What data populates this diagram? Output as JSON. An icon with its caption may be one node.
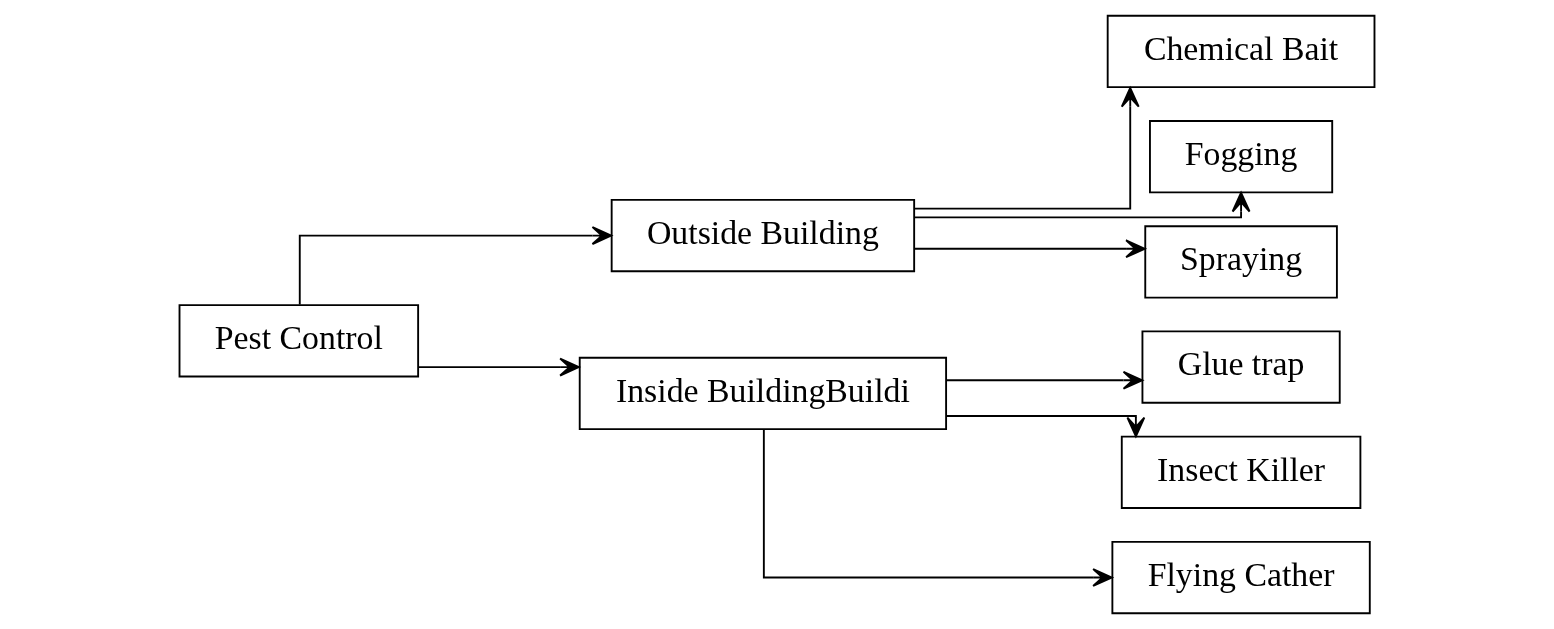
{
  "diagram": {
    "nodes": [
      {
        "text": [
          "Pest Control"
        ]
      },
      {
        "text": [
          "Outside Building"
        ]
      },
      {
        "text": [
          "Inside BuildingBuildi"
        ]
      },
      {
        "text": [
          "Chemical Bait"
        ]
      },
      {
        "text": [
          "Fogging"
        ]
      },
      {
        "text": [
          "Spraying"
        ]
      },
      {
        "text": [
          "Glue trap"
        ]
      },
      {
        "text": [
          "Insect Killer"
        ]
      },
      {
        "text": [
          "Flying Cather"
        ]
      }
    ],
    "edges": [
      {
        "from": 0,
        "to": 1,
        "arrow": "to"
      },
      {
        "from": 0,
        "to": 2,
        "arrow": "to"
      },
      {
        "from": 1,
        "to": 3,
        "arrow": "to"
      },
      {
        "from": 1,
        "to": 4,
        "arrow": "to"
      },
      {
        "from": 1,
        "to": 5,
        "arrow": "to"
      },
      {
        "from": 2,
        "to": 6,
        "arrow": "to"
      },
      {
        "from": 2,
        "to": 7,
        "arrow": "to"
      },
      {
        "from": 2,
        "to": 8,
        "arrow": "to"
      }
    ]
  }
}
